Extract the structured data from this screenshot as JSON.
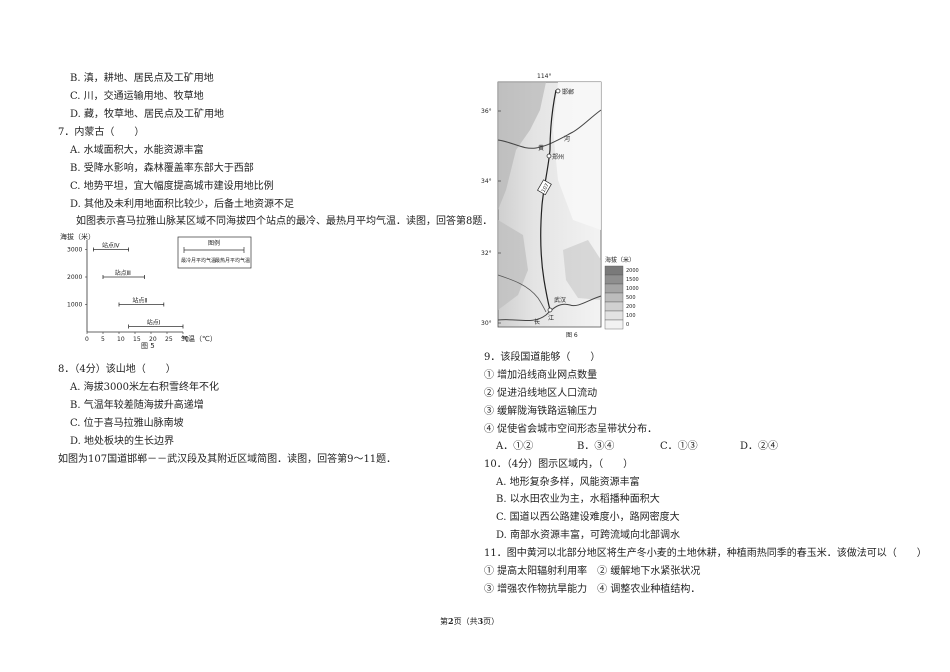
{
  "left": {
    "q6_options": {
      "b": "B. 滇，耕地、居民点及工矿用地",
      "c": "C. 川，交通运输用地、牧草地",
      "d": "D. 藏，牧草地、居民点及工矿用地"
    },
    "q7": {
      "stem": "7．内蒙古（　　）",
      "a": "A. 水域面积大，水能资源丰富",
      "b": "B. 受降水影响，森林覆盖率东部大于西部",
      "c": "C. 地势平坦，宜大幅度提高城市建设用地比例",
      "d": "D. 其他及未利用地面积比较少，后备土地资源不足"
    },
    "intro_fig5": "如图表示喜马拉雅山脉某区域不同海拔四个站点的最冷、最热月平均气温．读图，回答第8题．",
    "q8": {
      "stem": "8．（4分）该山地（　　）",
      "a": "A. 海拔3000米左右积雪终年不化",
      "b": "B. 气温年较差随海拔升高递增",
      "c": "C. 位于喜马拉雅山脉南坡",
      "d": "D. 地处板块的生长边界"
    },
    "intro_fig6": "如图为107国道邯郸－－武汉段及其附近区域简图．读图，回答第9～11题．"
  },
  "fig5": {
    "y_axis_label": "海拔（米）",
    "x_axis_label": "气温（℃）",
    "caption": "图 5",
    "y_ticks": [
      "3000",
      "2000",
      "1000"
    ],
    "x_ticks": [
      "0",
      "5",
      "10",
      "15",
      "20",
      "25",
      "30"
    ],
    "legend_title": "图例",
    "legend_left": "最冷月平均气温",
    "legend_right": "最热月平均气温",
    "stations": [
      {
        "name": "站点Ⅳ",
        "elevation_m": 3000,
        "cold_c": 2,
        "hot_c": 13
      },
      {
        "name": "站点Ⅲ",
        "elevation_m": 2000,
        "cold_c": 5,
        "hot_c": 18
      },
      {
        "name": "站点Ⅱ",
        "elevation_m": 1000,
        "cold_c": 10,
        "hot_c": 24
      },
      {
        "name": "站点Ⅰ",
        "elevation_m": 200,
        "cold_c": 13,
        "hot_c": 30
      }
    ]
  },
  "fig6": {
    "lon_label": "114°",
    "lat_labels": [
      "36°",
      "34°",
      "32°",
      "30°"
    ],
    "cities": [
      "邯郸",
      "郑州",
      "武汉"
    ],
    "river_chars": [
      "黄",
      "河",
      "长",
      "江"
    ],
    "road_label": "107",
    "caption": "图 6",
    "legend_title": "海拔（米）",
    "legend_values": [
      "2000",
      "1500",
      "1000",
      "500",
      "200",
      "100",
      "0"
    ]
  },
  "right": {
    "q9": {
      "stem": "9．该段国道能够（　　）",
      "o1": "① 增加沿线商业网点数量",
      "o2": "② 促进沿线地区人口流动",
      "o3": "③ 缓解陇海铁路运输压力",
      "o4": "④ 促使省会城市空间形态呈带状分布．",
      "a": "A．①②",
      "b": "B．③④",
      "c": "C．①③",
      "d": "D．②④"
    },
    "q10": {
      "stem": "10．（4分）图示区域内，（　　）",
      "a": "A. 地形复杂多样，风能资源丰富",
      "b": "B. 以水田农业为主，水稻播种面积大",
      "c": "C. 国道以西公路建设难度小，路网密度大",
      "d": "D. 南部水资源丰富，可跨流域向北部调水"
    },
    "q11": {
      "stem": "11．图中黄河以北部分地区将生产冬小麦的土地休耕，种植雨热同季的春玉米．该做法可以（　　）",
      "o12": "① 提高太阳辐射利用率　② 缓解地下水紧张状况",
      "o34": "③ 增强农作物抗旱能力　④ 调整农业种植结构．"
    }
  },
  "footer": {
    "prefix": "第",
    "page": "2",
    "mid": "页（共",
    "total": "3",
    "suffix": "页）"
  }
}
